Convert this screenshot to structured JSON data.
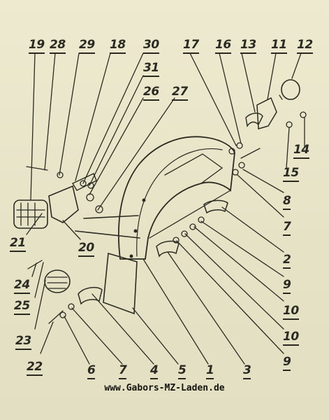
{
  "diagram": {
    "callouts": {
      "c19": "19",
      "c28": "28",
      "c29": "29",
      "c18": "18",
      "c30": "30",
      "c31": "31",
      "c26": "26",
      "c27": "27",
      "c17": "17",
      "c16": "16",
      "c13": "13",
      "c11": "11",
      "c12": "12",
      "c14": "14",
      "c15": "15",
      "c8": "8",
      "c7r": "7",
      "c2": "2",
      "c9a": "9",
      "c10a": "10",
      "c10b": "10",
      "c9b": "9",
      "c21": "21",
      "c20": "20",
      "c24": "24",
      "c25": "25",
      "c23": "23",
      "c22": "22",
      "c6": "6",
      "c7b": "7",
      "c4": "4",
      "c5": "5",
      "c1": "1",
      "c3": "3"
    },
    "footer": "www.Gabors-MZ-Laden.de"
  }
}
